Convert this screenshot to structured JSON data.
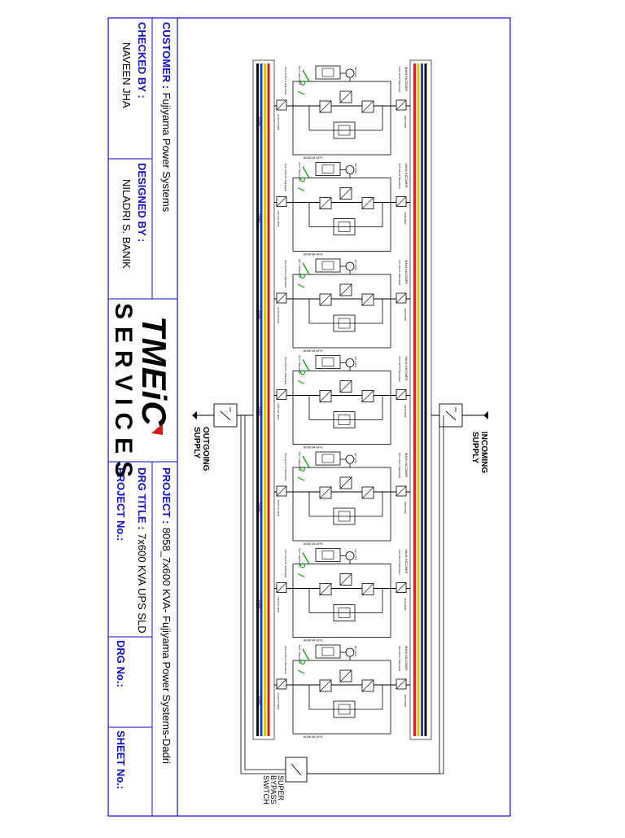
{
  "title_block": {
    "customer_label": "CUSTOMER :",
    "customer_value": "Fujiyama Power Systems",
    "checked_by_label": "CHECKED BY :",
    "checked_by_value": "NAVEEN JHA",
    "designed_by_label": "DESIGNED BY :",
    "designed_by_value": "NILADRI S. BANIK",
    "project_label": "PROJECT :",
    "project_value": "8058_7x600 KVA- Fujiyama Power Systems-Dadri",
    "drg_title_label": "DRG TITLE :",
    "drg_title_value": "7x600 KVA UPS SLD",
    "project_no_label": "PROJECT No.:",
    "drg_no_label": "DRG No.:",
    "sheet_no_label": "SHEET No.:"
  },
  "logo": {
    "brand_top": "TMEiC",
    "brand_bottom": "SERVICES",
    "accent_color": "#d21c1c"
  },
  "diagram": {
    "incoming_label_1": "INCOMING",
    "incoming_label_2": "SUPPLY",
    "outgoing_label_1": "OUTGOING",
    "outgoing_label_2": "SUPPLY",
    "bypass_label_1": "SUPER",
    "bypass_label_2": "BYPASS",
    "bypass_label_3": "SWITCH",
    "ups_count": 7,
    "ups_label": "600KVA UPS",
    "main_incomer_label": "MAIN INCOMER",
    "ups_input_label": "UPS INPUT BREAKER",
    "bypass_mcb_label": "MAIN MCB",
    "battery_breaker_label": "BATT. BREAKER",
    "dc_fuse_label": "DC FUSE",
    "output_label": "UPS OUTPUT BREAKER",
    "output_mcb_label": "OUTPUT MCB",
    "load_label": "LOAD",
    "bus_colors": [
      "#d32020",
      "#e8c400",
      "#1a3fcf",
      "#111111"
    ],
    "ink_color": "#1010c0",
    "green_color": "#1aa01a"
  }
}
